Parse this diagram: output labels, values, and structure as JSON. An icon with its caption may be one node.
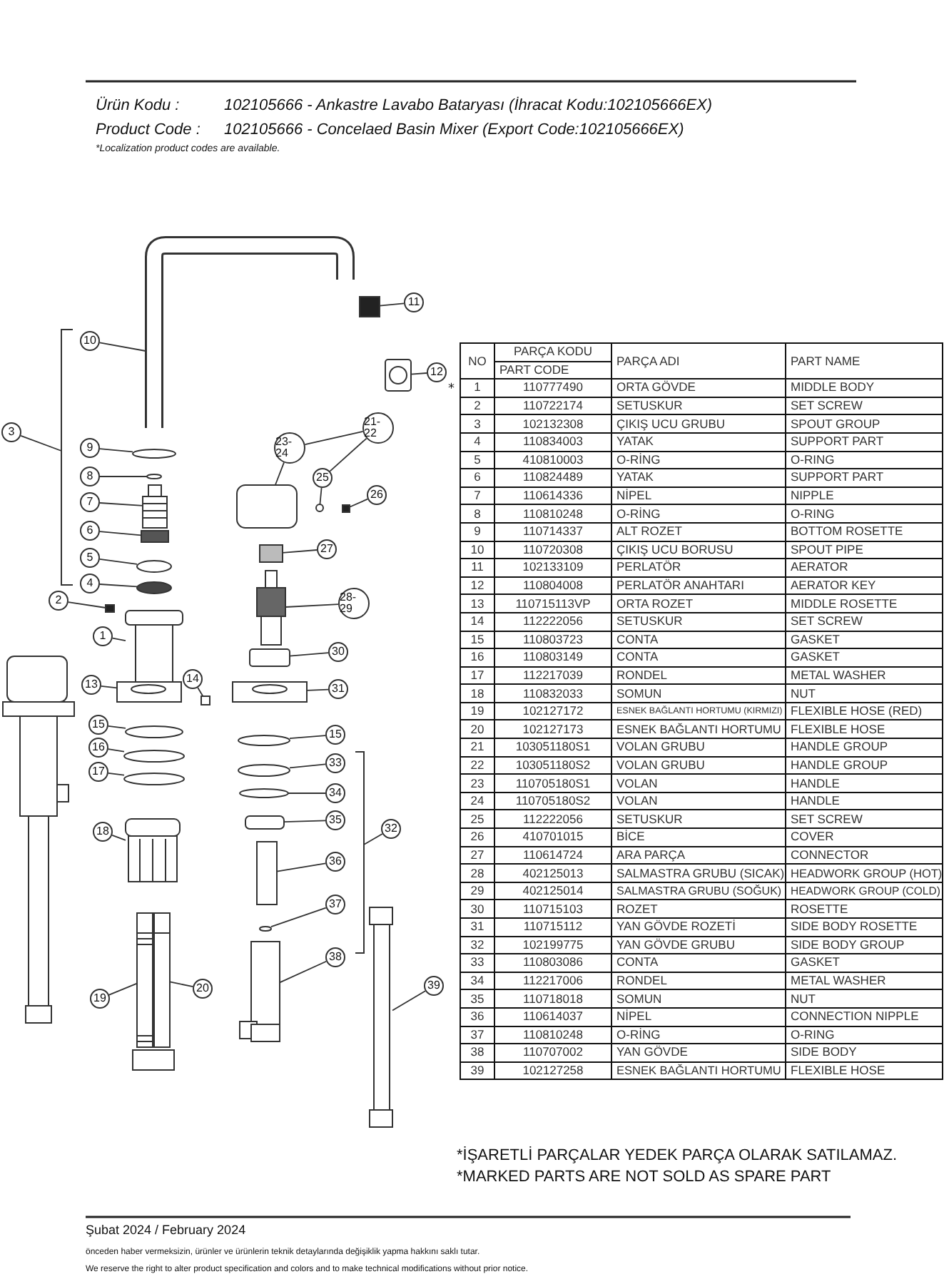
{
  "diagram": {
    "nodes": [
      {
        "text": [
          "11"
        ]
      },
      {
        "text": [
          "10"
        ]
      },
      {
        "text": [
          "12"
        ]
      },
      {
        "text": [
          "21-22"
        ]
      },
      {
        "text": [
          "3"
        ]
      },
      {
        "text": [
          "9"
        ]
      },
      {
        "text": [
          "23-24"
        ]
      },
      {
        "text": [
          "25"
        ]
      },
      {
        "text": [
          "8"
        ]
      },
      {
        "text": [
          "26"
        ]
      },
      {
        "text": [
          "7"
        ]
      },
      {
        "text": [
          "6"
        ]
      },
      {
        "text": [
          "27"
        ]
      },
      {
        "text": [
          "5"
        ]
      },
      {
        "text": [
          "4"
        ]
      },
      {
        "text": [
          "28-29"
        ]
      },
      {
        "text": [
          "2"
        ]
      },
      {
        "text": [
          "1"
        ]
      },
      {
        "text": [
          "30"
        ]
      },
      {
        "text": [
          "14"
        ]
      },
      {
        "text": [
          "13"
        ]
      },
      {
        "text": [
          "31"
        ]
      },
      {
        "text": [
          "15"
        ]
      },
      {
        "text": [
          "15"
        ]
      },
      {
        "text": [
          "16"
        ]
      },
      {
        "text": [
          "33"
        ]
      },
      {
        "text": [
          "17"
        ]
      },
      {
        "text": [
          "34"
        ]
      },
      {
        "text": [
          "35"
        ]
      },
      {
        "text": [
          "32"
        ]
      },
      {
        "text": [
          "18"
        ]
      },
      {
        "text": [
          "36"
        ]
      },
      {
        "text": [
          "37"
        ]
      },
      {
        "text": [
          "38"
        ]
      },
      {
        "text": [
          "39"
        ]
      },
      {
        "text": [
          "20"
        ]
      },
      {
        "text": [
          "19"
        ]
      },
      {
        "text": [],
        "shape": "bracket"
      },
      {
        "text": [],
        "shape": "bracket"
      },
      {
        "text": [],
        "shape": "box"
      },
      {
        "text": [],
        "shape": "picture"
      },
      {
        "text": [],
        "shape": "picture"
      },
      {
        "text": [],
        "shape": "ellipse"
      },
      {
        "text": [],
        "shape": "box"
      },
      {
        "text": [],
        "shape": "circle"
      },
      {
        "text": [],
        "shape": "ellipse"
      },
      {
        "text": [],
        "shape": "box"
      },
      {
        "text": [],
        "shape": "picture"
      },
      {
        "text": [],
        "shape": "box"
      },
      {
        "text": [],
        "shape": "box"
      },
      {
        "text": [],
        "shape": "ellipse"
      },
      {
        "text": [],
        "shape": "ellipse"
      },
      {
        "text": [],
        "shape": "picture"
      },
      {
        "text": [],
        "shape": "box"
      },
      {
        "text": [],
        "shape": "box"
      },
      {
        "text": [],
        "shape": "box"
      },
      {
        "text": [],
        "shape": "box"
      },
      {
        "text": [],
        "shape": "picture"
      },
      {
        "text": [],
        "shape": "picture"
      },
      {
        "text": [],
        "shape": "ellipse"
      },
      {
        "text": [],
        "shape": "ellipse"
      },
      {
        "text": [],
        "shape": "ellipse"
      },
      {
        "text": [],
        "shape": "ellipse"
      },
      {
        "text": [],
        "shape": "ellipse"
      },
      {
        "text": [],
        "shape": "ellipse"
      },
      {
        "text": [],
        "shape": "box"
      },
      {
        "text": [],
        "shape": "picture"
      },
      {
        "text": [],
        "shape": "box"
      },
      {
        "text": [],
        "shape": "ellipse"
      },
      {
        "text": [],
        "shape": "box"
      },
      {
        "text": [],
        "shape": "bar"
      },
      {
        "text": [],
        "shape": "bar"
      },
      {
        "text": [],
        "shape": "bar"
      }
    ],
    "edges": [
      {
        "from": 0,
        "to": 39,
        "arrow": "none"
      },
      {
        "from": 1,
        "to": 40,
        "arrow": "none"
      },
      {
        "from": 2,
        "to": 41,
        "arrow": "none"
      },
      {
        "from": 3,
        "to": 6,
        "arrow": "none"
      },
      {
        "from": 3,
        "to": 7,
        "arrow": "none"
      },
      {
        "from": 4,
        "to": 37,
        "arrow": "none"
      },
      {
        "from": 5,
        "to": 42,
        "arrow": "none"
      },
      {
        "from": 6,
        "to": 43,
        "arrow": "none"
      },
      {
        "from": 7,
        "to": 44,
        "arrow": "none"
      },
      {
        "from": 8,
        "to": 45,
        "arrow": "none"
      },
      {
        "from": 9,
        "to": 46,
        "arrow": "none"
      },
      {
        "from": 10,
        "to": 47,
        "arrow": "none"
      },
      {
        "from": 11,
        "to": 48,
        "arrow": "none"
      },
      {
        "from": 12,
        "to": 49,
        "arrow": "none"
      },
      {
        "from": 13,
        "to": 50,
        "arrow": "none"
      },
      {
        "from": 14,
        "to": 51,
        "arrow": "none"
      },
      {
        "from": 15,
        "to": 52,
        "arrow": "none"
      },
      {
        "from": 16,
        "to": 53,
        "arrow": "none"
      },
      {
        "from": 17,
        "to": 54,
        "arrow": "none"
      },
      {
        "from": 18,
        "to": 55,
        "arrow": "none"
      },
      {
        "from": 19,
        "to": 56,
        "arrow": "none"
      },
      {
        "from": 20,
        "to": 57,
        "arrow": "none"
      },
      {
        "from": 21,
        "to": 58,
        "arrow": "none"
      },
      {
        "from": 22,
        "to": 59,
        "arrow": "none"
      },
      {
        "from": 23,
        "to": 60,
        "arrow": "none"
      },
      {
        "from": 24,
        "to": 61,
        "arrow": "none"
      },
      {
        "from": 25,
        "to": 62,
        "arrow": "none"
      },
      {
        "from": 26,
        "to": 63,
        "arrow": "none"
      },
      {
        "from": 27,
        "to": 64,
        "arrow": "none"
      },
      {
        "from": 28,
        "to": 65,
        "arrow": "none"
      },
      {
        "from": 29,
        "to": 38,
        "arrow": "none"
      },
      {
        "from": 30,
        "to": 66,
        "arrow": "none"
      },
      {
        "from": 31,
        "to": 67,
        "arrow": "none"
      },
      {
        "from": 32,
        "to": 68,
        "arrow": "none"
      },
      {
        "from": 33,
        "to": 69,
        "arrow": "none"
      },
      {
        "from": 34,
        "to": 72,
        "arrow": "none"
      },
      {
        "from": 35,
        "to": 71,
        "arrow": "none"
      },
      {
        "from": 36,
        "to": 70,
        "arrow": "none"
      }
    ],
    "labels": [
      "Ürün Kodu :",
      "102105666 - Ankastre Lavabo Bataryası (İhracat Kodu:102105666EX)",
      "Product Code :",
      "102105666 - Concelaed Basin Mixer (Export Code:102105666EX)",
      "*Localization product codes are available.",
      "NO",
      "PARÇA KODU",
      "PART CODE",
      "PARÇA ADI",
      "PART NAME",
      "*",
      "1",
      "110777490",
      "ORTA GÖVDE",
      "MIDDLE BODY",
      "2",
      "110722174",
      "SETUSKUR",
      "SET SCREW",
      "3",
      "102132308",
      "ÇIKIŞ UCU GRUBU",
      "SPOUT GROUP",
      "4",
      "110834003",
      "YATAK",
      "SUPPORT PART",
      "5",
      "410810003",
      "O-RİNG",
      "O-RING",
      "6",
      "110824489",
      "YATAK",
      "SUPPORT PART",
      "7",
      "110614336",
      "NİPEL",
      "NIPPLE",
      "8",
      "110810248",
      "O-RİNG",
      "O-RING",
      "9",
      "110714337",
      "ALT ROZET",
      "BOTTOM ROSETTE",
      "10",
      "110720308",
      "ÇIKIŞ UCU BORUSU",
      "SPOUT PIPE",
      "11",
      "102133109",
      "PERLATÖR",
      "AERATOR",
      "12",
      "110804008",
      "PERLATÖR ANAHTARI",
      "AERATOR KEY",
      "13",
      "110715113VP",
      "ORTA ROZET",
      "MIDDLE ROSETTE",
      "14",
      "112222056",
      "SETUSKUR",
      "SET SCREW",
      "15",
      "110803723",
      "CONTA",
      "GASKET",
      "16",
      "110803149",
      "CONTA",
      "GASKET",
      "17",
      "112217039",
      "RONDEL",
      "METAL WASHER",
      "18",
      "110832033",
      "SOMUN",
      "NUT",
      "19",
      "102127172",
      "ESNEK BAĞLANTI HORTUMU (KIRMIZI)",
      "FLEXIBLE HOSE (RED)",
      "20",
      "102127173",
      "ESNEK BAĞLANTI HORTUMU",
      "FLEXIBLE HOSE",
      "21",
      "103051180S1",
      "VOLAN GRUBU",
      "HANDLE GROUP",
      "22",
      "103051180S2",
      "VOLAN GRUBU",
      "HANDLE GROUP",
      "23",
      "110705180S1",
      "VOLAN",
      "HANDLE",
      "24",
      "110705180S2",
      "VOLAN",
      "HANDLE",
      "25",
      "112222056",
      "SETUSKUR",
      "SET SCREW",
      "26",
      "410701015",
      "BİCE",
      "COVER",
      "27",
      "110614724",
      "ARA PARÇA",
      "CONNECTOR",
      "28",
      "402125013",
      "SALMASTRA GRUBU (SICAK)",
      "HEADWORK GROUP (HOT)",
      "29",
      "402125014",
      "SALMASTRA GRUBU (SOĞUK)",
      "HEADWORK GROUP (COLD)",
      "30",
      "110715103",
      "ROZET",
      "ROSETTE",
      "31",
      "110715112",
      "YAN GÖVDE ROZETİ",
      "SIDE BODY ROSETTE",
      "32",
      "102199775",
      "YAN GÖVDE GRUBU",
      "SIDE BODY GROUP",
      "33",
      "110803086",
      "CONTA",
      "GASKET",
      "34",
      "112217006",
      "RONDEL",
      "METAL WASHER",
      "35",
      "110718018",
      "SOMUN",
      "NUT",
      "36",
      "110614037",
      "NİPEL",
      "CONNECTION NIPPLE",
      "37",
      "110810248",
      "O-RİNG",
      "O-RING",
      "38",
      "110707002",
      "YAN GÖVDE",
      "SIDE BODY",
      "39",
      "102127258",
      "ESNEK BAĞLANTI HORTUMU",
      "FLEXIBLE HOSE",
      "*İŞARETLİ PARÇALAR YEDEK PARÇA OLARAK SATILAMAZ.",
      "*MARKED PARTS ARE NOT SOLD AS SPARE PART",
      "Şubat 2024 / February 2024",
      "önceden haber vermeksizin, ürünler ve ürünlerin teknik detaylarında değişiklik yapma hakkını saklı tutar.",
      "We reserve the right to alter product specification and colors and to make technical modifications without prior notice."
    ]
  }
}
